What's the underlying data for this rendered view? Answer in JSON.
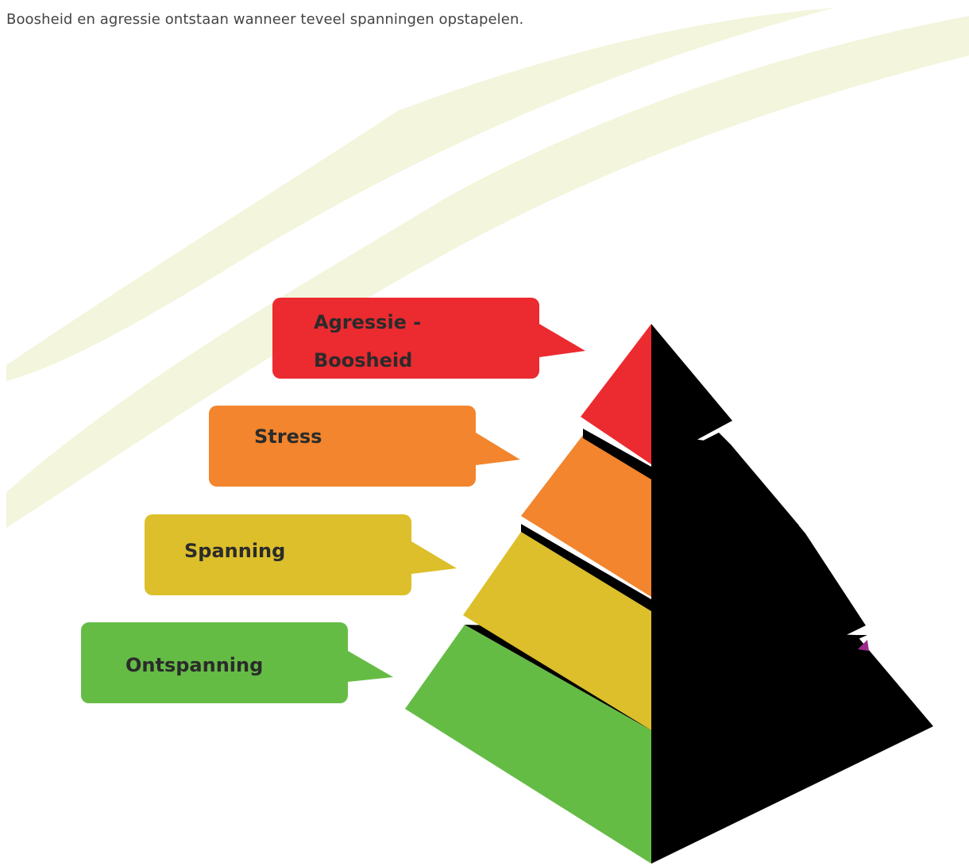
{
  "intro_text": "Boosheid en agressie ontstaan wanneer teveel spanningen opstapelen.",
  "levels": {
    "agressie": {
      "line1": "Agressie -",
      "line2": "Boosheid",
      "color": "#EB2B30"
    },
    "stress": {
      "label": "Stress",
      "color": "#F2852D"
    },
    "spanning": {
      "label": "Spanning",
      "color": "#DCBF2A"
    },
    "ontspanning": {
      "label": "Ontspanning",
      "color": "#65BC45"
    }
  },
  "colors": {
    "shadow_side": "#000000",
    "background_swoosh": "#F3F5DC",
    "text": "#2b2b2b"
  }
}
